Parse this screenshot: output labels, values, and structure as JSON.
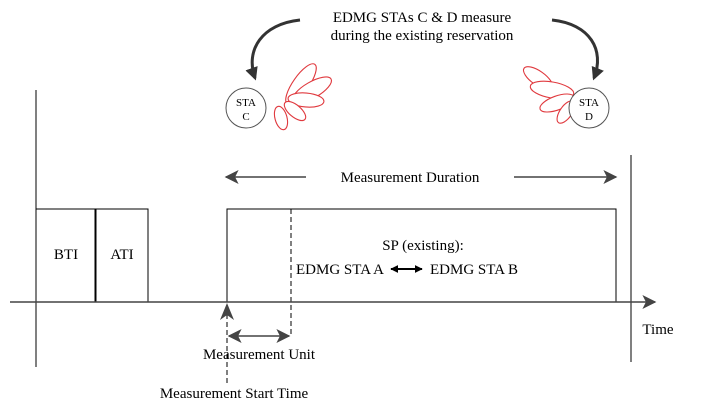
{
  "callout": {
    "line1": "EDMG STAs C & D measure",
    "line2": "during the existing reservation"
  },
  "stations": {
    "c": {
      "line1": "STA",
      "line2": "C"
    },
    "d": {
      "line1": "STA",
      "line2": "D"
    }
  },
  "duration_label": "Measurement Duration",
  "blocks": {
    "bti": "BTI",
    "ati": "ATI",
    "sp_line1": "SP (existing):",
    "sp_left": "EDMG STA A",
    "sp_right": "EDMG STA B"
  },
  "axis_label": "Time",
  "unit_label": "Measurement Unit",
  "start_label": "Measurement Start Time",
  "colors": {
    "beam_stroke": "#e0393e",
    "line": "#000000"
  },
  "icons": {
    "bidirectional": "double-arrow-icon"
  }
}
